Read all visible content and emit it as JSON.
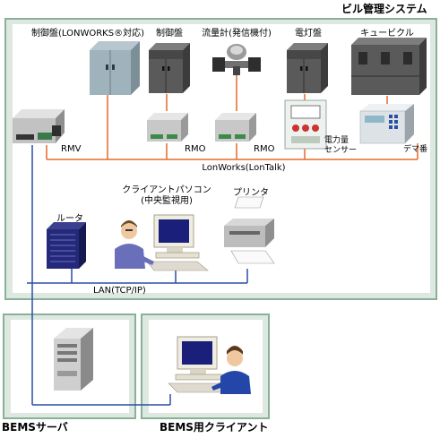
{
  "building": {
    "title": "ビル管理システム",
    "panels": {
      "p1": "制御盤(LONWORKS®対応)",
      "p2": "制御盤",
      "p3": "流量計(発信機付)",
      "p4": "電灯盤",
      "p5": "キュービクル"
    },
    "devices": {
      "rmv": "RMV",
      "rmo1": "RMO",
      "rmo2": "RMO",
      "meter": "電力量\nセンサー",
      "demand": "デマ番"
    },
    "bus": "LonWorks(LonTalk)",
    "client_pc": "クライアントパソコン\n(中央監視用)",
    "printer": "プリンタ",
    "router": "ルータ",
    "lan": "LAN(TCP/IP)"
  },
  "bems": {
    "server": "BEMSサーバ",
    "client": "BEMS用クライアント"
  },
  "colors": {
    "frame_border": "#8ab09a",
    "frame_fill": "#ffffff",
    "outer_fill": "#dde9e0",
    "lon_bus": "#e8692a",
    "lan_bus": "#2a4ea6"
  }
}
